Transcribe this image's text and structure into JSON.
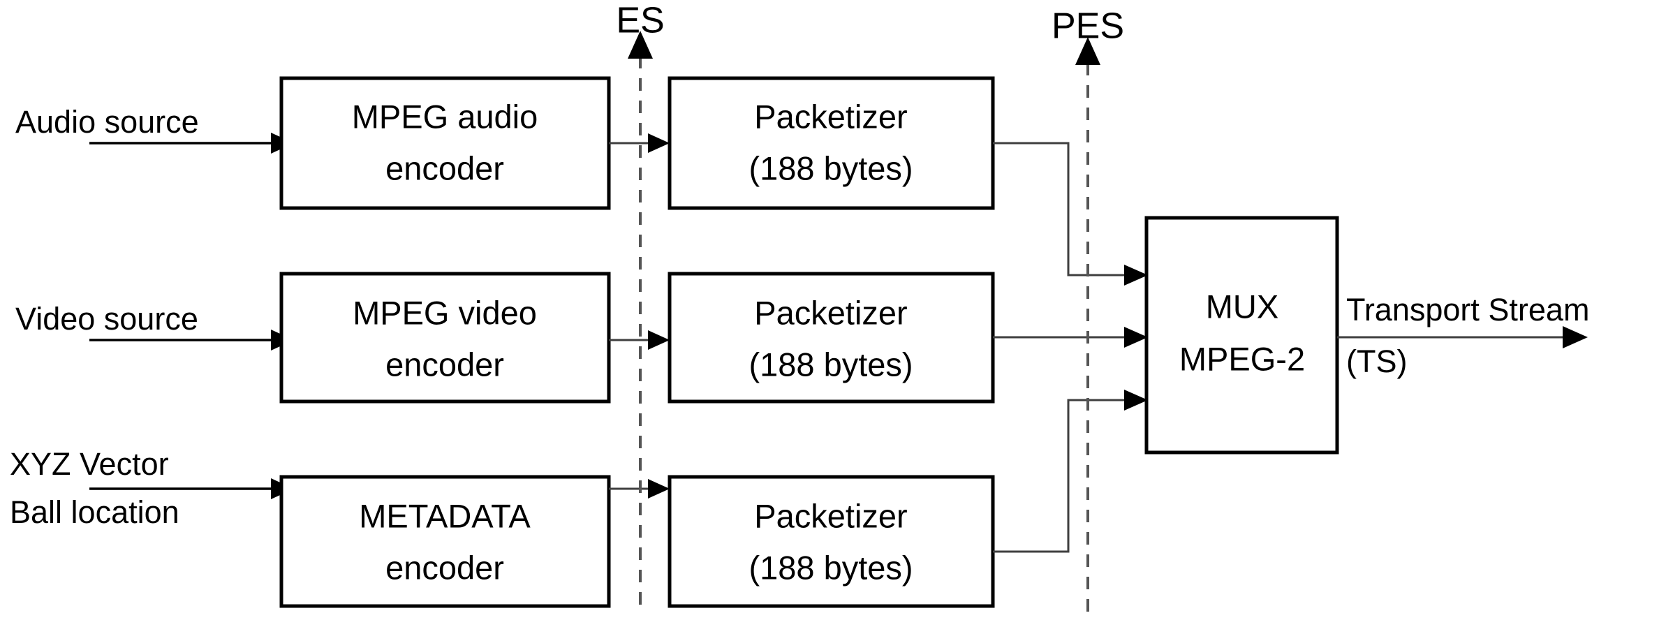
{
  "diagram": {
    "title": "MPEG-2 Transport Stream encoding block diagram",
    "stroke_color": "#000000",
    "line_color": "#3f3f3f",
    "dashed_color": "#555555",
    "background": "#ffffff"
  },
  "sources": [
    {
      "id": "audio",
      "label": "Audio source"
    },
    {
      "id": "video",
      "label": "Video source"
    },
    {
      "id": "metadata_line1",
      "label": "XYZ Vector"
    },
    {
      "id": "metadata_line2",
      "label": "Ball location"
    }
  ],
  "encoders": [
    {
      "id": "audio-encoder",
      "line1": "MPEG audio",
      "line2": "encoder"
    },
    {
      "id": "video-encoder",
      "line1": "MPEG video",
      "line2": "encoder"
    },
    {
      "id": "metadata-encoder",
      "line1": "METADATA",
      "line2": "encoder"
    }
  ],
  "packetizers": [
    {
      "id": "packetizer-audio",
      "line1": "Packetizer",
      "line2": "(188 bytes)"
    },
    {
      "id": "packetizer-video",
      "line1": "Packetizer",
      "line2": "(188 bytes)"
    },
    {
      "id": "packetizer-metadata",
      "line1": "Packetizer",
      "line2": "(188 bytes)"
    }
  ],
  "mux": {
    "line1": "MUX",
    "line2": "MPEG-2"
  },
  "output": {
    "line1": "Transport Stream",
    "line2": "(TS)"
  },
  "boundaries": [
    {
      "id": "es",
      "label": "ES"
    },
    {
      "id": "pes",
      "label": "PES"
    }
  ]
}
